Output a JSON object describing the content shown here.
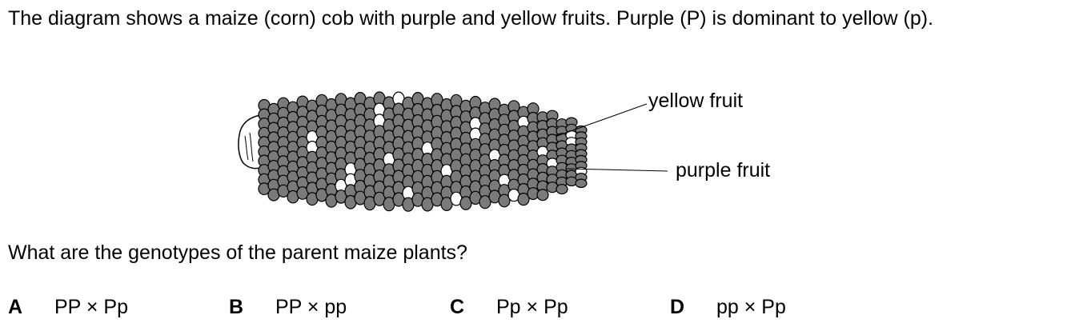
{
  "intro": "The diagram shows a maize (corn) cob with purple and yellow fruits. Purple (P) is dominant to yellow (p).",
  "figure": {
    "label_yellow": "yellow fruit",
    "label_purple": "purple fruit",
    "colors": {
      "purple_fruit": "#7a7a7a",
      "yellow_fruit": "#ffffff",
      "outline": "#000000"
    }
  },
  "question": "What are the genotypes of the parent maize plants?",
  "options": [
    {
      "letter": "A",
      "text": "PP × Pp"
    },
    {
      "letter": "B",
      "text": "PP × pp"
    },
    {
      "letter": "C",
      "text": "Pp × Pp"
    },
    {
      "letter": "D",
      "text": "pp × Pp"
    }
  ]
}
